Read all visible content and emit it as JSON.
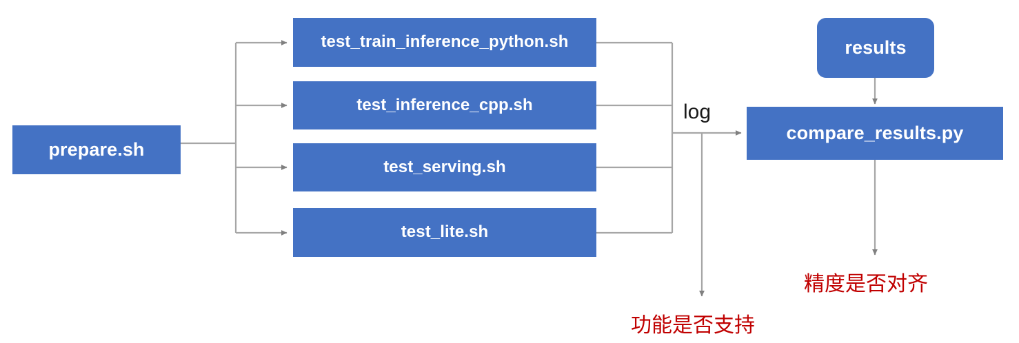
{
  "diagram": {
    "type": "flowchart",
    "title": "",
    "colors": {
      "node_fill": "#4472C4",
      "node_text": "#FFFFFF",
      "connector": "#A6A6A6",
      "arrowhead": "#808080",
      "note_text": "#C00000",
      "background": "#FFFFFF"
    },
    "nodes": {
      "prepare": {
        "label": "prepare.sh",
        "shape": "rect"
      },
      "test_train_inference_python": {
        "label": "test_train_inference_python.sh",
        "shape": "rect"
      },
      "test_inference_cpp": {
        "label": "test_inference_cpp.sh",
        "shape": "rect"
      },
      "test_serving": {
        "label": "test_serving.sh",
        "shape": "rect"
      },
      "test_lite": {
        "label": "test_lite.sh",
        "shape": "rect"
      },
      "results": {
        "label": "results",
        "shape": "rounded-rect"
      },
      "compare_results": {
        "label": "compare_results.py",
        "shape": "rect"
      }
    },
    "edge_labels": {
      "log": "log"
    },
    "notes": {
      "function_supported": "功能是否支持",
      "precision_aligned": "精度是否对齐"
    }
  }
}
